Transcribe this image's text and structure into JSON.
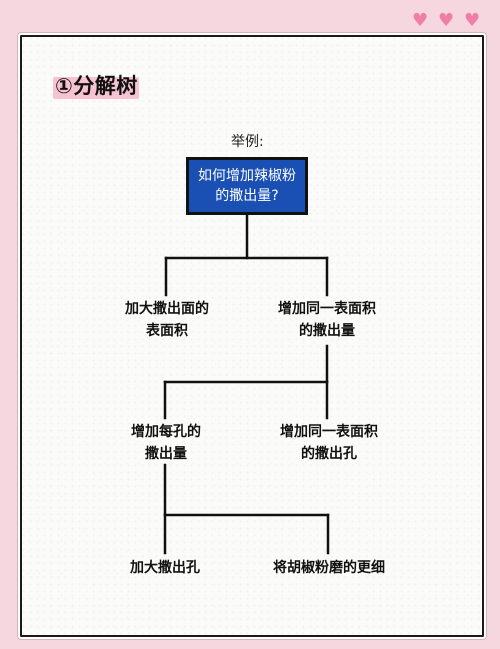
{
  "title": "①分解树",
  "example_label": "举例:",
  "root": "如何增加辣椒粉\n的撒出量?",
  "level1": {
    "left": "加大撒出面的\n表面积",
    "right": "增加同一表面积\n的撒出量"
  },
  "level2": {
    "left": "增加每孔的\n撒出量",
    "right": "增加同一表面积\n的撒出孔"
  },
  "level3": {
    "left": "加大撒出孔",
    "right": "将胡椒粉磨的更细"
  },
  "colors": {
    "background": "#f6d6df",
    "root_fill": "#1a4fb3",
    "highlight": "#f7c3d3",
    "hearts": "#f07ea6"
  },
  "icons": [
    "heart-icon",
    "heart-icon",
    "heart-icon"
  ]
}
